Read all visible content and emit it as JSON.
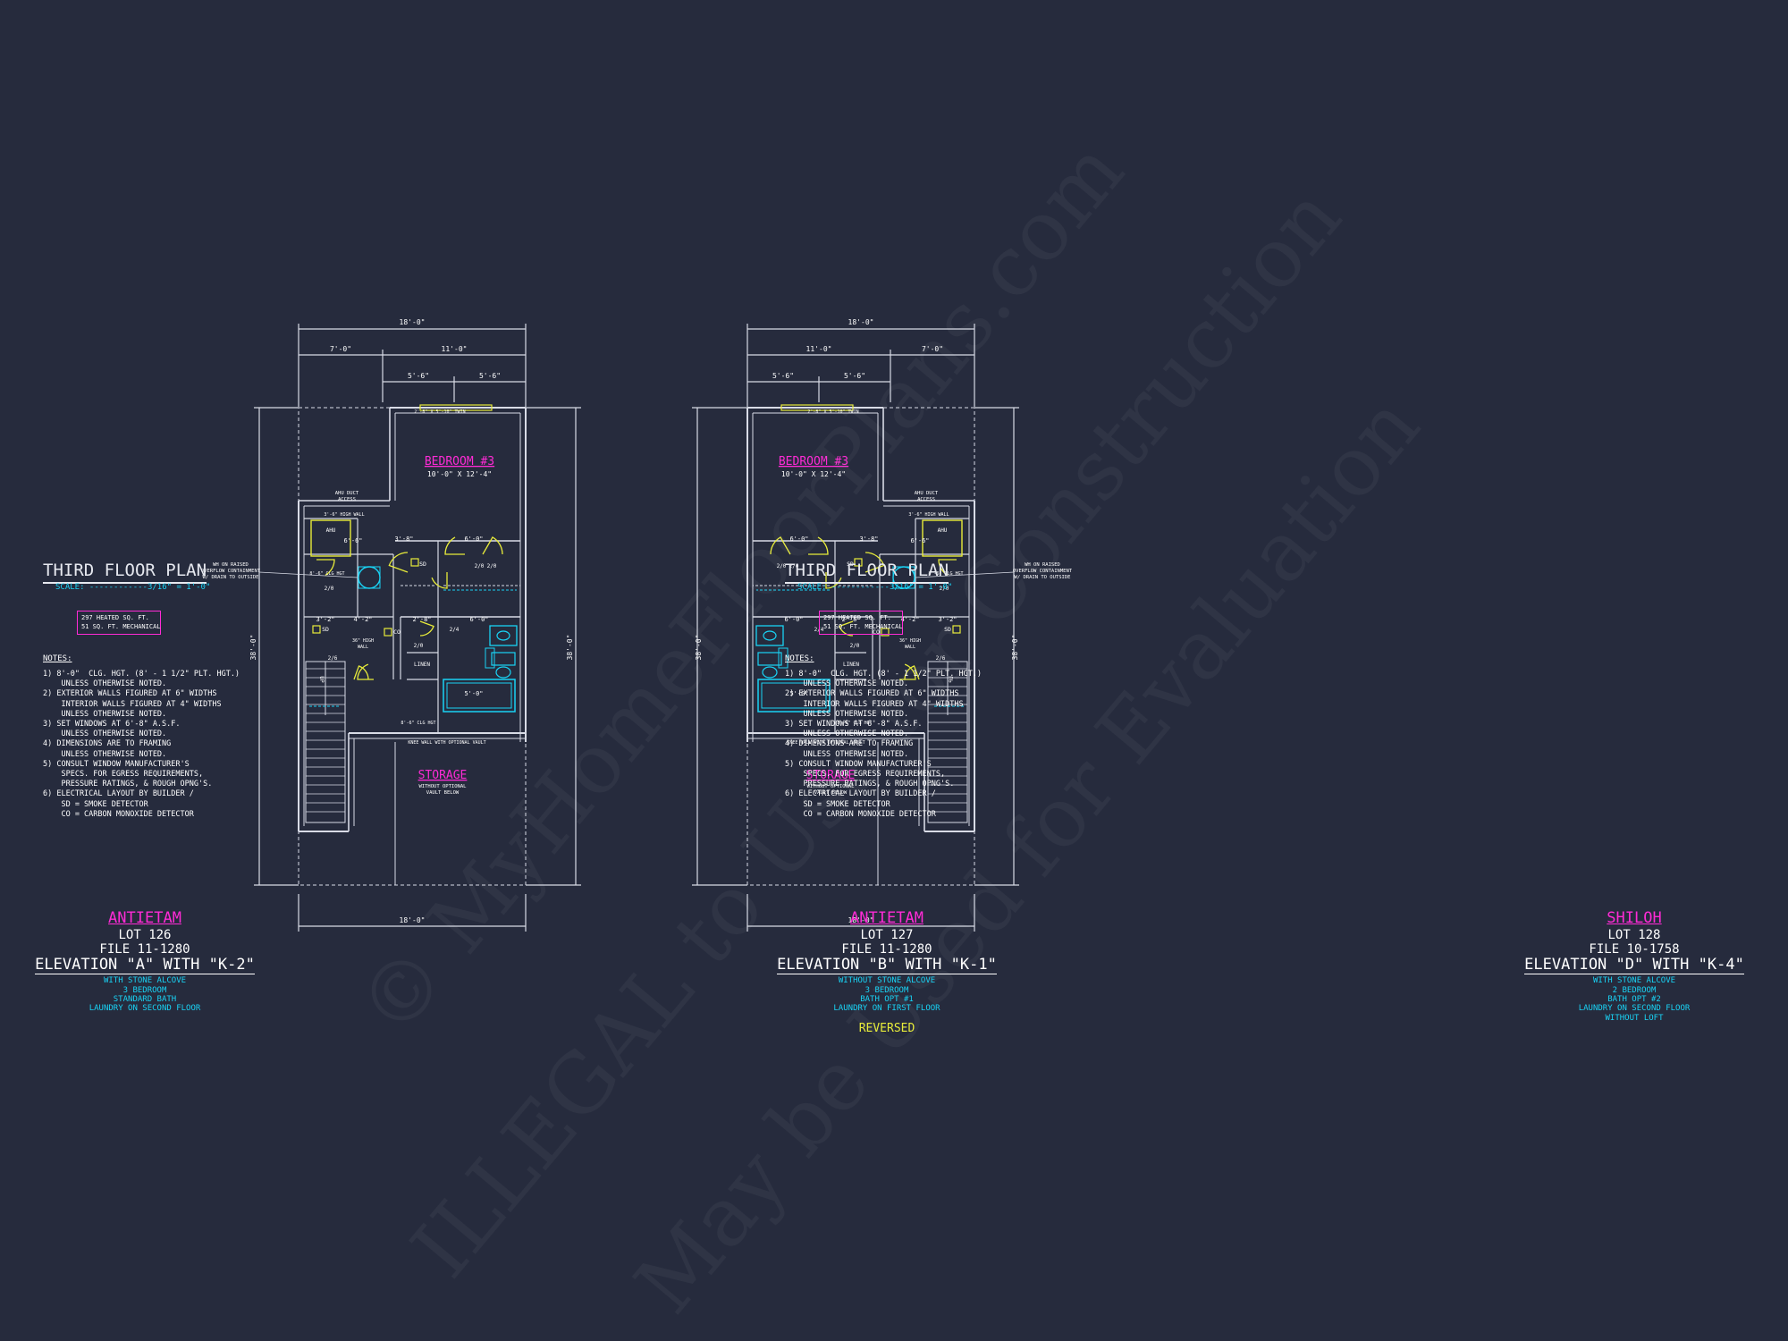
{
  "colors": {
    "bg": "#262b3d",
    "line": "#d8dbe6",
    "magenta": "#ff2bd6",
    "cyan": "#19d3f5",
    "yellow": "#e8ec3a",
    "white": "#ffffff"
  },
  "watermark": {
    "line1": "© MyHomeFloorPlans.com",
    "line2": "ILLEGAL to Use for Construction",
    "line3": "May be Used for Evaluation"
  },
  "plans": [
    {
      "title": "THIRD FLOOR PLAN",
      "scale": "SCALE: ------------3/16\" = 1'-0\"",
      "area1": "297 HEATED SQ. FT.",
      "area2": "51 SQ. FT. MECHANICAL",
      "notes_header": "NOTES:",
      "notes": [
        "1) 8'-0\"  CLG. HGT. (8' - 1 1/2\" PLT. HGT.)",
        "    UNLESS OTHERWISE NOTED.",
        "2) EXTERIOR WALLS FIGURED AT 6\" WIDTHS",
        "    INTERIOR WALLS FIGURED AT 4\" WIDTHS",
        "    UNLESS OTHERWISE NOTED.",
        "3) SET WINDOWS AT 6'-8\" A.S.F.",
        "    UNLESS OTHERWISE NOTED.",
        "4) DIMENSIONS ARE TO FRAMING",
        "    UNLESS OTHERWISE NOTED.",
        "5) CONSULT WINDOW MANUFACTURER'S",
        "    SPECS. FOR EGRESS REQUIREMENTS,",
        "    PRESSURE RATINGS, & ROUGH OPNG'S.",
        "6) ELECTRICAL LAYOUT BY BUILDER /",
        "    SD = SMOKE DETECTOR",
        "    CO = CARBON MONOXIDE DETECTOR"
      ],
      "model": "ANTIETAM",
      "lot": "LOT 126",
      "file": "FILE 11-1280",
      "elevation": "ELEVATION \"A\" WITH \"K-2\"",
      "options": [
        "WITH STONE ALCOVE",
        "3 BEDROOM",
        "STANDARD BATH",
        "LAUNDRY ON SECOND FLOOR"
      ]
    },
    {
      "title": "THIRD FLOOR PLAN",
      "scale": "SCALE: ------------3/16\" = 1'-0\"",
      "area1": "297 HEATED SQ. FT.",
      "area2": "51 SQ. FT. MECHANICAL",
      "notes_header": "NOTES:",
      "notes": [
        "1) 8'-0\"  CLG. HGT. (8' - 1 1/2\" PLT. HGT.)",
        "    UNLESS OTHERWISE NOTED.",
        "2) EXTERIOR WALLS FIGURED AT 6\" WIDTHS",
        "    INTERIOR WALLS FIGURED AT 4\" WIDTHS",
        "    UNLESS OTHERWISE NOTED.",
        "3) SET WINDOWS AT 6'-8\" A.S.F.",
        "    UNLESS OTHERWISE NOTED.",
        "4) DIMENSIONS ARE TO FRAMING",
        "    UNLESS OTHERWISE NOTED.",
        "5) CONSULT WINDOW MANUFACTURER'S",
        "    SPECS. FOR EGRESS REQUIREMENTS,",
        "    PRESSURE RATINGS, & ROUGH OPNG'S.",
        "6) ELECTRICAL LAYOUT BY BUILDER /",
        "    SD = SMOKE DETECTOR",
        "    CO = CARBON MONOXIDE DETECTOR"
      ],
      "model": "ANTIETAM",
      "lot": "LOT 127",
      "file": "FILE 11-1280",
      "elevation": "ELEVATION \"B\" WITH \"K-1\"",
      "options": [
        "WITHOUT STONE ALCOVE",
        "3 BEDROOM",
        "BATH OPT #1",
        "LAUNDRY ON FIRST FLOOR"
      ],
      "reversed": "REVERSED"
    }
  ],
  "third": {
    "model": "SHILOH",
    "lot": "LOT 128",
    "file": "FILE 10-1758",
    "elevation": "ELEVATION \"D\" WITH \"K-4\"",
    "options": [
      "WITH STONE ALCOVE",
      "2 BEDROOM",
      "BATH OPT #2",
      "LAUNDRY ON SECOND FLOOR",
      "WITHOUT LOFT"
    ]
  },
  "room_labels": {
    "bedroom": "BEDROOM #3",
    "bedroom_size": "10'-0\" X 12'-4\"",
    "storage": "STORAGE",
    "storage_note1": "WITHOUT OPTIONAL",
    "storage_note2": "VAULT BELOW",
    "linen": "LINEN",
    "ahu": "AHU",
    "ahu_duct1": "AHU DUCT",
    "ahu_duct2": "ACCESS",
    "knee_wall": "KNEE WALL WITH OPTIONAL VAULT",
    "clg_hgt": "8'-6\" CLG HGT",
    "wall_36": "36\" HIGH",
    "wall_36b": "WALL",
    "wall_36_6": "3'-6\" HIGH WALL",
    "window": "2'-8\" X 5'-10\" TWIN",
    "wh1": "WH ON RAISED",
    "wh2": "OVERFLOW CONTAINMENT",
    "wh3": "W/ DRAIN TO OUTSIDE",
    "sd": "SD",
    "co": "CO",
    "up": "UP"
  },
  "dims": {
    "overall_w": "18'-0\"",
    "seven": "7'-0\"",
    "eleven": "11'-0\"",
    "five_six": "5'-6\"",
    "overall_d": "38'-0\"",
    "six_zero": "6'-0\"",
    "six_six": "6'-6\"",
    "three_eight": "3'-8\"",
    "four_two": "4'-2\"",
    "three_two": "3'-2\"",
    "two_eight": "2'-8\"",
    "five_zero": "5'-0\"",
    "two_zero": "2/0",
    "two_four": "2/4",
    "two_six": "2/6"
  }
}
